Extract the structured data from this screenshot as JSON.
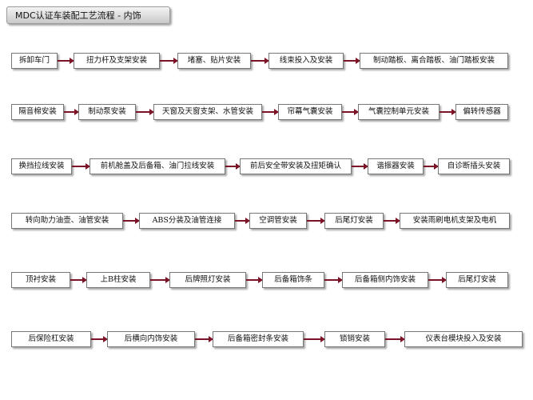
{
  "title": "MDC认证车装配工艺流程 - 内饰",
  "rows": [
    [
      "拆卸车门",
      "扭力杆及支架安装",
      "堵塞、贴片安装",
      "线束投入及安装",
      "制动踏板、离合踏板、油门踏板安装"
    ],
    [
      "隔音棉安装",
      "制动泵安装",
      "天窗及天窗支架、水管安装",
      "帘幕气囊安装",
      "气囊控制单元安装",
      "偏转传感器"
    ],
    [
      "换挡拉线安装",
      "前机舱盖及后备箱、油门拉线安装",
      "前后安全带安装及扭矩确认",
      "谐振器安装",
      "自诊断插头安装"
    ],
    [
      "转向助力油壶、油管安装",
      "ABS分装及油管连接",
      "空调管安装",
      "后尾灯安装",
      "安装雨刷电机支架及电机"
    ],
    [
      "顶衬安装",
      "上B柱安装",
      "后牌照灯安装",
      "后备箱饰条",
      "后备箱侧内饰安装",
      "后尾灯安装"
    ],
    [
      "后保险杠安装",
      "后横向内饰安装",
      "后备箱密封条安装",
      "锁销安装",
      "仪表台模块投入及安装"
    ]
  ],
  "colors": {
    "arrow": "#7a1426"
  }
}
